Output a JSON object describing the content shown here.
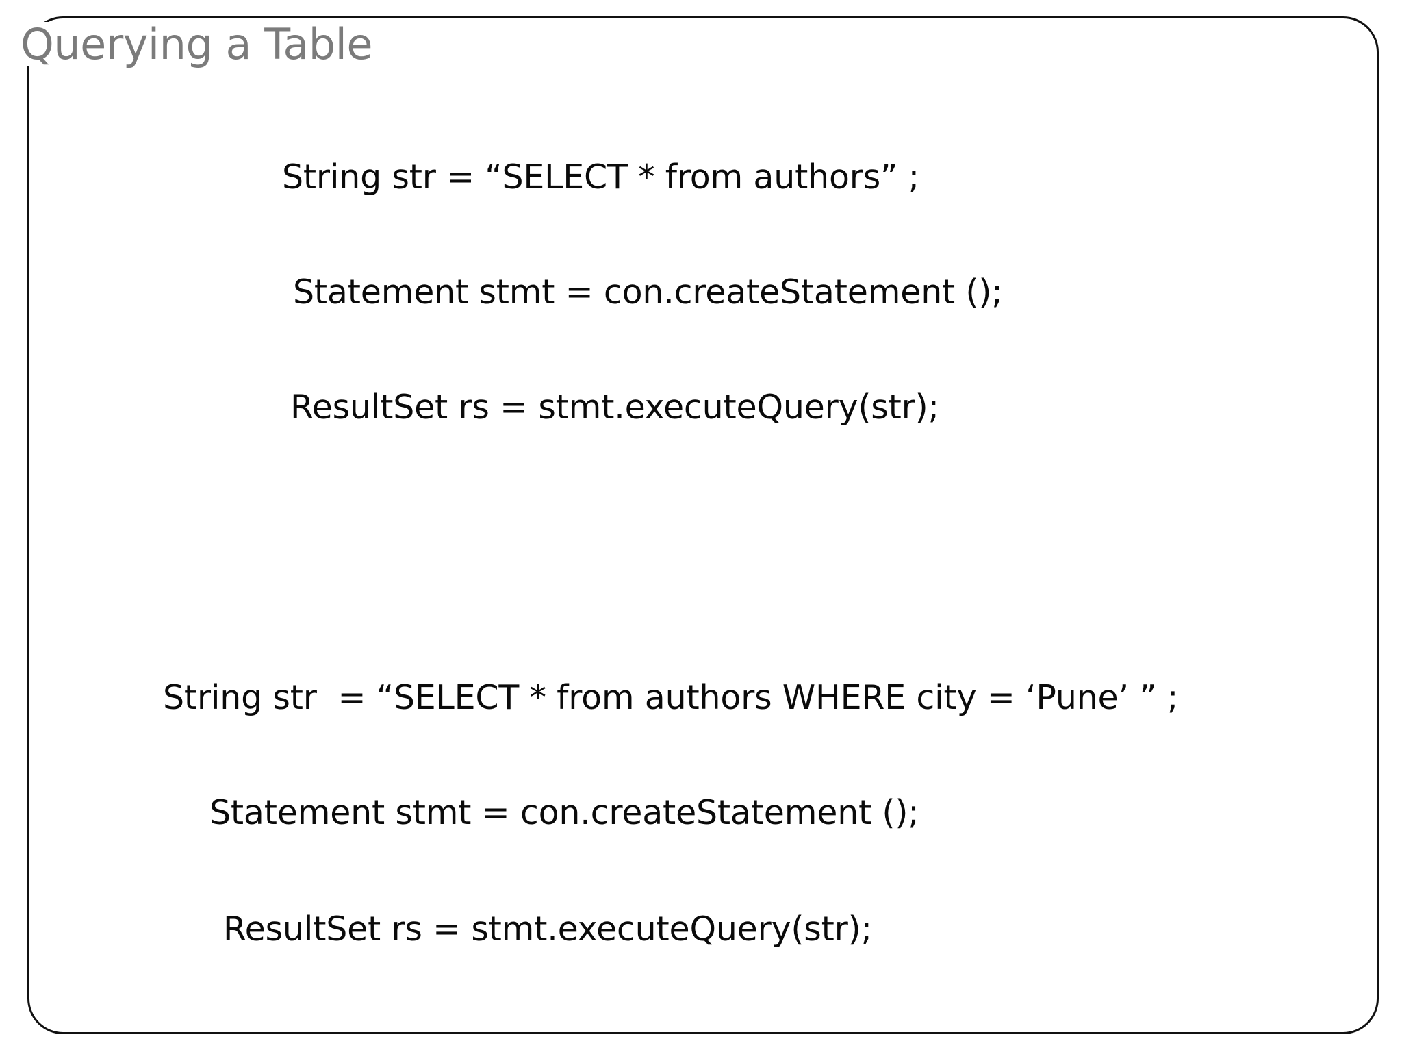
{
  "slide": {
    "title": "Querying a Table",
    "title_color": "#7b7b7b",
    "border_color": "#111111",
    "background_color": "#ffffff",
    "text_color": "#0a0a0a"
  },
  "code_blocks": [
    {
      "name": "select-all-authors",
      "lines": [
        "String str = “SELECT * from authors” ;",
        "Statement stmt = con.createStatement ();",
        "ResultSet rs = stmt.executeQuery(str);"
      ]
    },
    {
      "name": "select-authors-where-city-pune",
      "lines": [
        "String str  = “SELECT * from authors WHERE city = ‘Pune’ ” ;",
        "Statement stmt = con.createStatement ();",
        "ResultSet rs = stmt.executeQuery(str);"
      ]
    }
  ]
}
